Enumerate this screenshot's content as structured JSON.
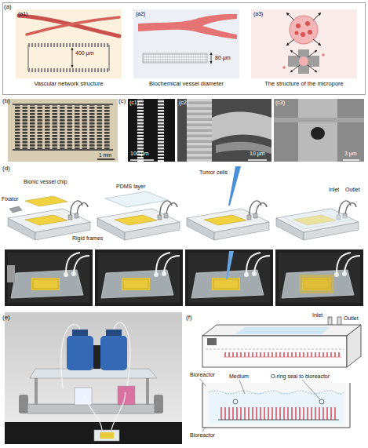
{
  "diagram": {
    "nodes": [
      {
        "text": [
          "(a)"
        ]
      },
      {
        "text": [
          "(a1)",
          "400 µm",
          "Vascular network structure"
        ],
        "in": 0
      },
      {
        "text": [
          "(a2)",
          "80 µm",
          "Biochemical vessel diameter"
        ],
        "in": 0
      },
      {
        "text": [
          "(a3)",
          "The structure of the micropore"
        ],
        "in": 0
      },
      {
        "text": [
          "(c1)",
          "100 µm"
        ]
      },
      {
        "text": [
          "(c2)",
          "10 µm"
        ]
      },
      {
        "text": [
          "(c3)",
          "3 µm"
        ]
      }
    ],
    "labels": [
      "(b)",
      "1 mm",
      "(c)",
      "(d)",
      "Bionic vessel chip",
      "Fixator",
      "PDMS layer",
      "Rigid frames",
      "Tumor cells",
      "Inlet",
      "Outlet",
      "(e)",
      "(f)",
      "Inlet",
      "Outlet",
      "Bioreactor",
      "Medium",
      "O-ring seal to bioreactor",
      "Bioreactor"
    ]
  }
}
